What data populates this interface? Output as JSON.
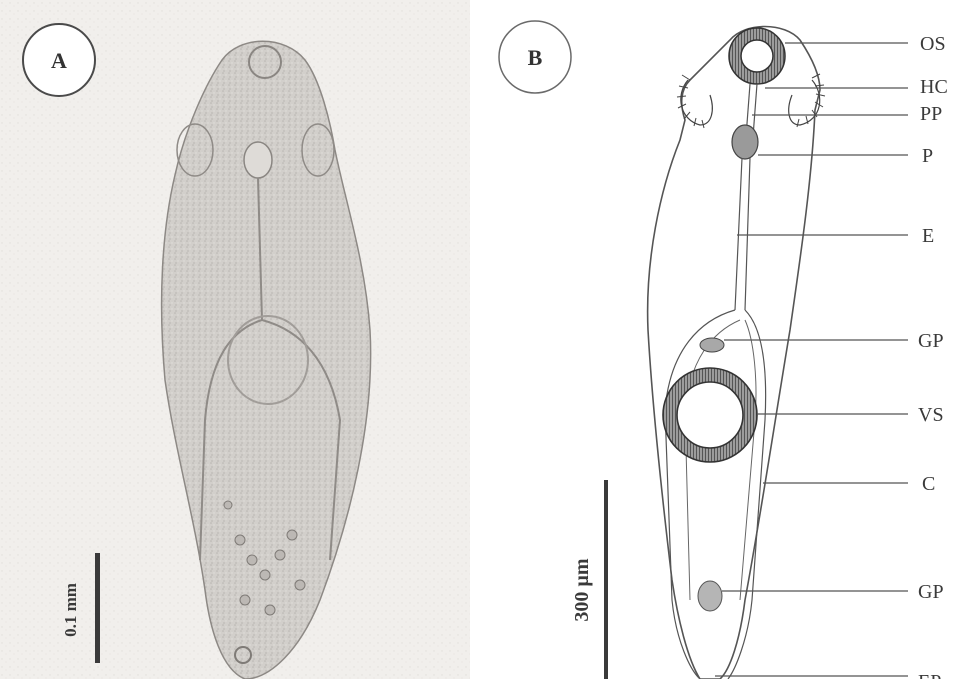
{
  "figure": {
    "panel_a": {
      "letter": "A",
      "scale_label": "0.1 mm"
    },
    "panel_b": {
      "letter": "B",
      "scale_label": "300 µm",
      "labels": [
        "OS",
        "HC",
        "PP",
        "P",
        "E",
        "GP",
        "VS",
        "C",
        "GP",
        "EP"
      ]
    }
  },
  "colors": {
    "ink": "#3a3a3a",
    "photo_bg": "#ece9e6",
    "specimen": "#c9c6c2"
  }
}
